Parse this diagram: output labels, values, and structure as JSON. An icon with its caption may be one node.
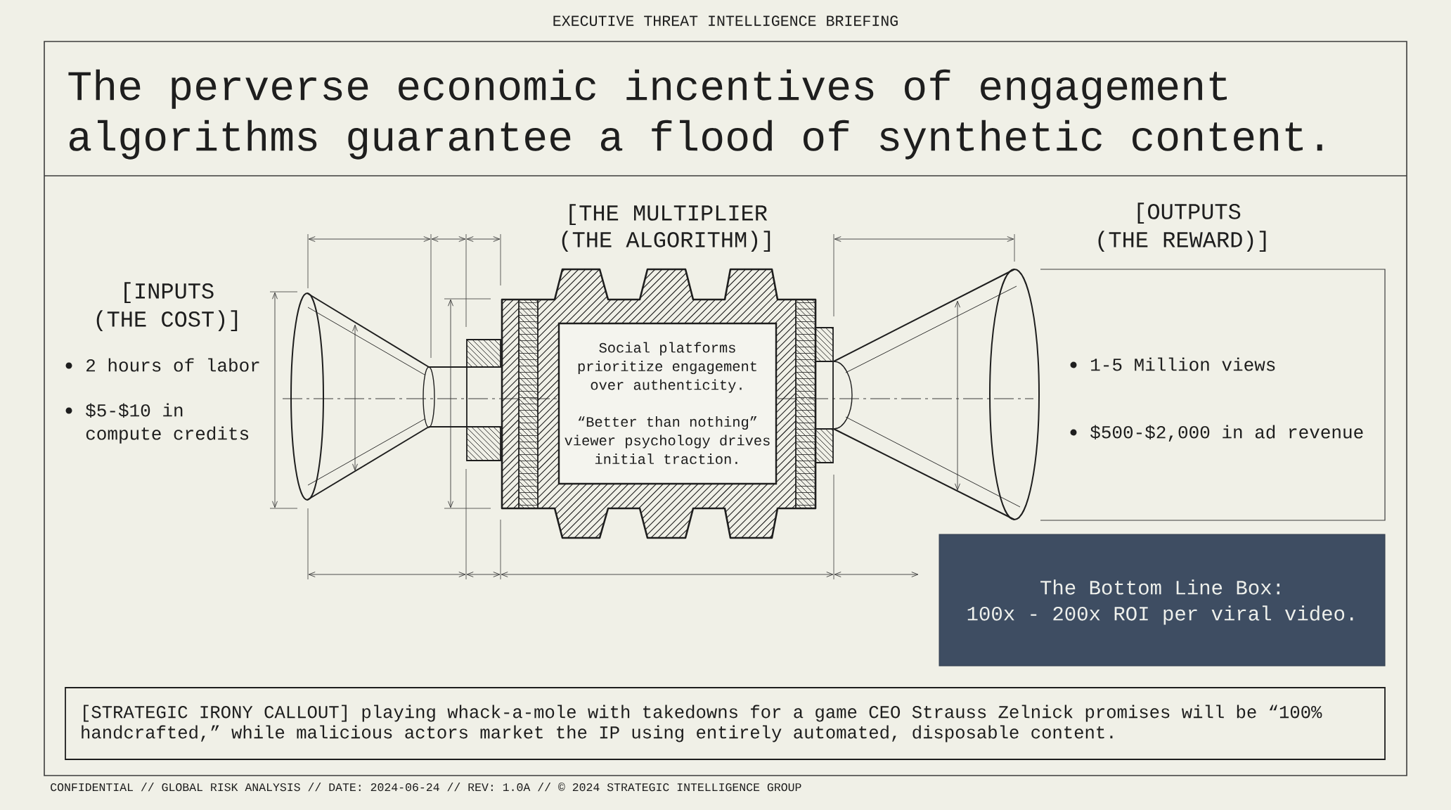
{
  "diagram": {
    "title": "The perverse economic incentives of engagement algorithms guarantee a flood of synthetic content.",
    "nodes": [
      {
        "text": [
          "[THE MULTIPLIER (THE ALGORITHM)]"
        ]
      },
      {
        "text": [
          "Social platforms prioritize engagement over authenticity.",
          "“Better than nothing” viewer psychology drives initial traction."
        ],
        "in": 0
      },
      {
        "text": [
          "[OUTPUTS (THE REWARD)]",
          "1-5 Million views",
          "$500-$2,000 in ad revenue"
        ]
      },
      {
        "text": [
          "The Bottom Line Box:",
          "100x - 200x ROI per viral video."
        ]
      },
      {
        "text": [
          "[STRATEGIC IRONY CALLOUT] playing whack-a-mole with takedowns for a game CEO Strauss Zelnick promises will be “100% handcrafted,” while malicious actors market the IP using entirely automated, disposable content."
        ]
      }
    ],
    "labels": [
      "EXECUTIVE THREAT INTELLIGENCE BRIEFING",
      "[INPUTS (THE COST)]",
      "2 hours of labor",
      "$5-$10 in compute credits",
      "CONFIDENTIAL // GLOBAL RISK ANALYSIS // DATE: 2024-06-24 // REV: 1.0A // © 2024 STRATEGIC INTELLIGENCE GROUP"
    ]
  }
}
